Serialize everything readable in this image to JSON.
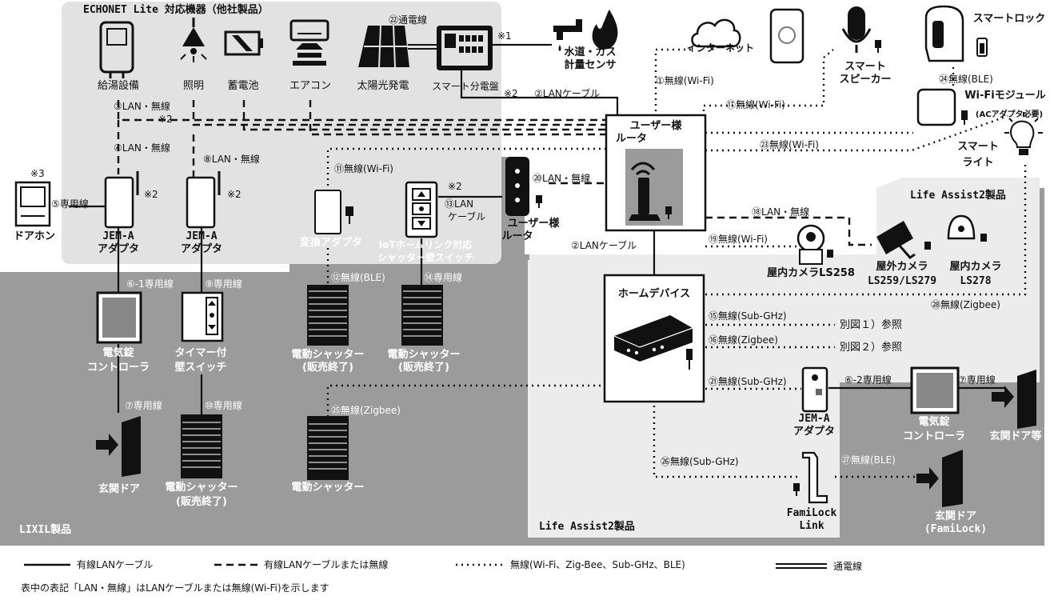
{
  "regions": {
    "echonet_title": "ECHONET Lite 対応機器（他社製品）",
    "lixil_title": "LIXIL製品",
    "life_assist_bottom": "Life Assist2製品",
    "life_assist_top": "Life Assist2製品"
  },
  "devices": {
    "water_heater": "給湯設備",
    "lighting": "照明",
    "battery": "蓄電池",
    "aircon": "エアコン",
    "solar": "太陽光発電",
    "smart_panel": "スマート分電盤",
    "gas_sensor": [
      "水道・ガス",
      "計量センサ"
    ],
    "internet": "インターネット",
    "smart_speaker": [
      "スマート",
      "スピーカー"
    ],
    "smart_lock": "スマートロック",
    "wifi_module": "Wi-Fiモジュール",
    "ac_adapter_note": "(ACアダプタ必要)",
    "smart_light": [
      "スマート",
      "ライト"
    ],
    "user_router_main": [
      "ユーザー様",
      "ルータ"
    ],
    "user_router_sub": [
      "ユーザー様",
      "ルータ"
    ],
    "door_phone": "ドアホン",
    "jem_a_1": [
      "JEM-A",
      "アダプタ"
    ],
    "jem_a_2": [
      "JEM-A",
      "アダプタ"
    ],
    "jem_a_3": [
      "JEM-A",
      "アダプタ"
    ],
    "converter": "変換アダプタ",
    "iot_switch": [
      "IoTホームリンク対応",
      "シャッター壁スイッチ"
    ],
    "indoor_cam_258": "屋内カメラLS258",
    "outdoor_cam": [
      "屋外カメラ",
      "LS259/LS279"
    ],
    "indoor_cam_278": [
      "屋内カメラ",
      "LS278"
    ],
    "home_device": "ホームデバイス",
    "lock_controller_1": [
      "電気錠",
      "コントローラ"
    ],
    "timer_switch": [
      "タイマー付",
      "壁スイッチ"
    ],
    "shutter_discontinued_1": [
      "電動シャッター",
      "(販売終了)"
    ],
    "shutter_discontinued_2": [
      "電動シャッター",
      "(販売終了)"
    ],
    "shutter_discontinued_3": [
      "電動シャッター",
      "(販売終了)"
    ],
    "shutter": "電動シャッター",
    "entrance_door_1": "玄関ドア",
    "lock_controller_2": [
      "電気錠",
      "コントローラ"
    ],
    "entrance_door_etc": "玄関ドア等",
    "familock": [
      "FamiLock",
      "Link"
    ],
    "entrance_door_familock": [
      "玄関ドア",
      "(FamiLock)"
    ]
  },
  "connections": {
    "c1": "①無線(Wi-Fi)",
    "c2a": "②LANケーブル",
    "c2b": "②LANケーブル",
    "c3": "③LAN・無線",
    "c4": "④LAN・無線",
    "c5": "⑤専用線",
    "c6_1": "⑥-1専用線",
    "c6_2": "⑥-2専用線",
    "c7a": "⑦専用線",
    "c7b": "⑦専用線",
    "c8": "⑧LAN・無線",
    "c9": "⑨専用線",
    "c10": "⑩専用線",
    "c11": "⑪無線(Wi-Fi)",
    "c12": "⑫無線(BLE)",
    "c13": [
      "⑬LAN",
      "ケーブル"
    ],
    "c14": "⑭専用線",
    "c15": "⑮無線(Sub-GHz)",
    "c16": "⑯無線(Zigbee)",
    "c17": "⑰無線(Wi-Fi)",
    "c18": "⑱LAN・無線",
    "c19": "⑲無線(Wi-Fi)",
    "c20": "⑳LAN・無線",
    "c21": "㉑無線(Sub-GHz)",
    "c22": "㉒通電線",
    "c23": "㉓無線(Wi-Fi)",
    "c24": "㉔無線(BLE)",
    "c25": "㉕無線(Zigbee)",
    "c26": "㉖無線(Sub-GHz)",
    "c27": "㉗無線(BLE)",
    "c28": "㉘無線(Zigbee)"
  },
  "notes": {
    "n1": "※1",
    "n2a": "※2",
    "n2b": "※2",
    "n2c": "※2",
    "n2d": "※2",
    "n2e": "※2",
    "n3": "※3",
    "ref1": "別図１）参照",
    "ref2": "別図２）参照"
  },
  "legend": {
    "wired": "有線LANケーブル",
    "wired_or_wireless": "有線LANケーブルまたは無線",
    "wireless": "無線(Wi-Fi、Zig-Bee、Sub-GHz、BLE)",
    "power": "通電線",
    "footnote": "表中の表記「LAN・無線」はLANケーブルまたは無線(Wi-Fi)を示します"
  },
  "colors": {
    "lixil_region": "#9b9b9b",
    "echonet_region": "#e2e2e2",
    "life_assist_region": "#ebebeb",
    "line": "#111111"
  }
}
